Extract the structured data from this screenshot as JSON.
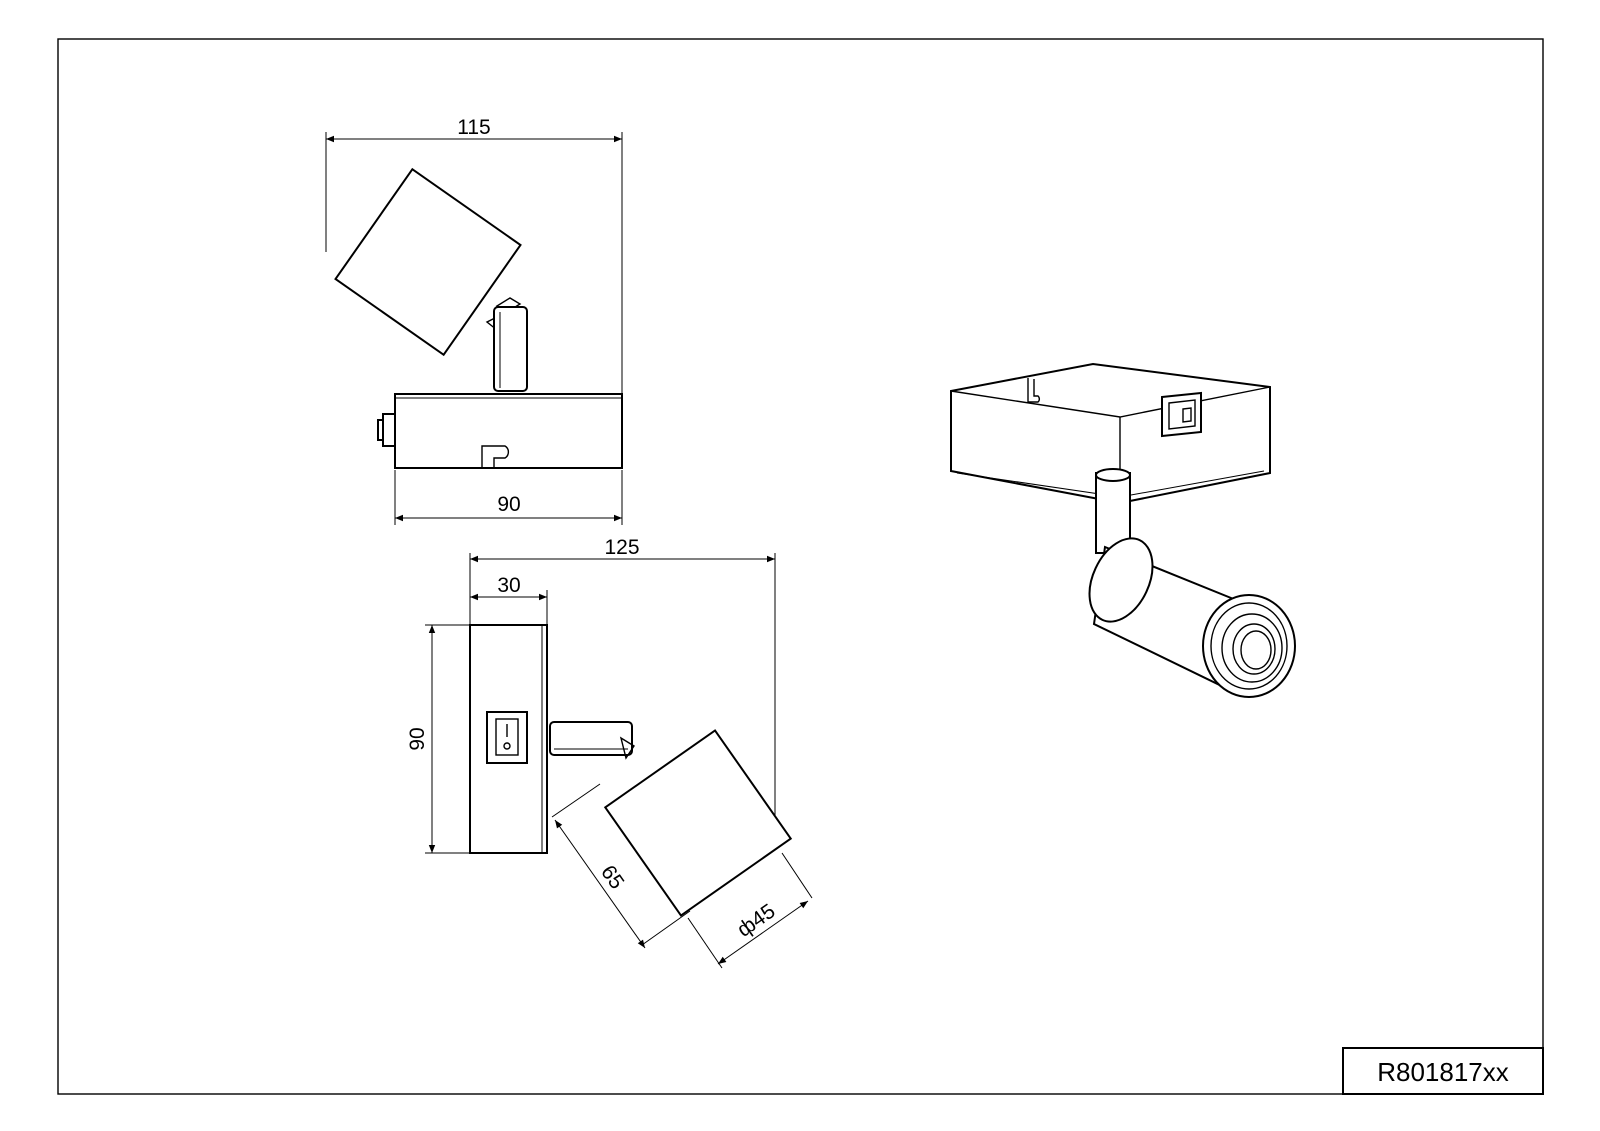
{
  "dimensions": {
    "top_width": "115",
    "base_width": "90",
    "side_total_depth": "125",
    "base_depth": "30",
    "side_height": "90",
    "head_length": "65",
    "head_diameter": "ф45"
  },
  "product_code": "R801817xx"
}
